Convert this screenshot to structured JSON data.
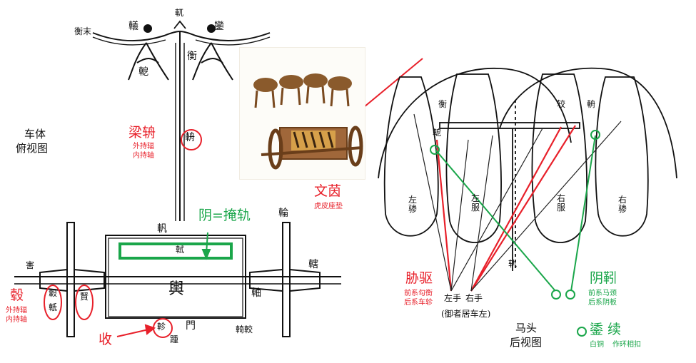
{
  "colors": {
    "red": "#e8202a",
    "green": "#1aa64a",
    "ink": "#111111"
  },
  "left_view": {
    "title_line1": "车体",
    "title_line2": "俯视图",
    "glyphs": {
      "heng_mo": "衡末",
      "guan": "轙",
      "luan": "鑾",
      "e": "軶",
      "heng": "衡",
      "ren": "軏",
      "zhou_top": "軓",
      "zhuan": "輈",
      "lun": "輪",
      "shi": "軾",
      "yu": "輿",
      "wei": "害",
      "xia": "轄",
      "zhou": "軸",
      "gu1": "轂",
      "gu2": "軝",
      "gu3": "賢",
      "zhen": "軫",
      "zhong": "踵",
      "men": "門",
      "yi": "輢較"
    },
    "liangzhou": {
      "title": "梁辀",
      "sub1": "外持辐",
      "sub2": "内持轴"
    },
    "yin": {
      "title": "阴=掩轨"
    },
    "gu": {
      "title": "毂",
      "sub1": "外持辐",
      "sub2": "内持轴"
    },
    "shou": {
      "title": "收"
    }
  },
  "photo": {
    "name": "chariot-photo",
    "wenyin": {
      "title": "文茵",
      "sub": "虎皮座垫"
    }
  },
  "right_view": {
    "title_line1": "马头",
    "title_line2": "后视图",
    "horse_labels": [
      "左骖",
      "左服",
      "右服",
      "右骖"
    ],
    "glyphs": {
      "heng": "衡",
      "e": "軶",
      "qin": "较",
      "zhou": "輈",
      "zhong": "轨"
    },
    "hands": {
      "left": "左手",
      "right": "右手",
      "caption": "(御者居车左)"
    },
    "xiequ": {
      "title": "胁驱",
      "sub1": "前系勾衡",
      "sub2": "后系车轸"
    },
    "yinyin": {
      "title": "阴靷",
      "sub1": "前系马颈",
      "sub2": "后系阴板"
    },
    "wuxu": {
      "title": "鋈 续",
      "sub1": "白铜",
      "sub2": "作环相扣"
    }
  }
}
